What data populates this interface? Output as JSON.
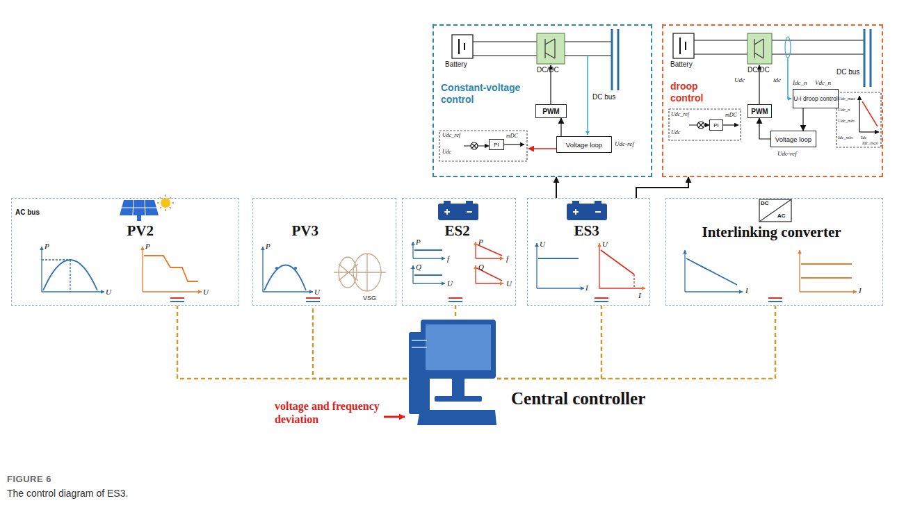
{
  "diagram": {
    "caption": "The control diagram of ES3.",
    "nodes": [
      {
        "text": [
          "Constant-voltage control"
        ]
      },
      {
        "text": [
          "PI"
        ],
        "in": 0
      },
      {
        "text": [
          "PWM"
        ],
        "in": 0
      },
      {
        "text": [
          "Voltage loop"
        ],
        "in": 0
      },
      {
        "text": [
          "droop control"
        ]
      },
      {
        "text": [
          "PI"
        ],
        "in": 4
      },
      {
        "text": [
          "U-I droop control"
        ],
        "in": 4
      },
      {
        "text": [
          "PWM"
        ],
        "in": 4
      },
      {
        "text": [
          "Voltage loop"
        ],
        "in": 4
      },
      {
        "text": [
          "PV2"
        ]
      },
      {
        "text": [
          "PV3"
        ]
      },
      {
        "text": [
          "ES2"
        ]
      },
      {
        "text": [
          "ES3"
        ]
      },
      {
        "text": [
          "Interlinking converter"
        ]
      },
      {
        "text": [
          "Central controller"
        ]
      }
    ],
    "edges": [
      {
        "from": 3,
        "to": 2,
        "arrow": "to"
      },
      {
        "from": 6,
        "to": 8,
        "arrow": "to"
      },
      {
        "from": 8,
        "to": 7,
        "arrow": "to"
      },
      {
        "from": 12,
        "to": 0,
        "arrow": "to"
      },
      {
        "from": 12,
        "to": 4,
        "arrow": "to"
      },
      {
        "from": 14,
        "to": 9,
        "arrow": "none"
      },
      {
        "from": 14,
        "to": 10,
        "arrow": "none"
      },
      {
        "from": 14,
        "to": 11,
        "arrow": "none"
      },
      {
        "from": 14,
        "to": 12,
        "arrow": "none"
      },
      {
        "from": 14,
        "to": 13,
        "arrow": "none"
      }
    ],
    "labels": [
      "Battery",
      "DC/DC",
      "DC bus",
      "Udc-ref",
      "Udc_ref",
      "Udc",
      "mDC",
      "Battery",
      "DC/DC",
      "DC bus",
      "Udc",
      "idc",
      "Idc_n",
      "Vdc_n",
      "Udc-ref",
      "Udc_ref",
      "Udc",
      "mDC",
      "Udc_max",
      "Udc_n",
      "Udc_min",
      "Idc_min",
      "Idc",
      "Idc_max",
      "AC bus",
      "P",
      "U",
      "P",
      "U",
      "P",
      "U",
      "VSG",
      "P",
      "f",
      "Q",
      "U",
      "P",
      "f",
      "Q",
      "U",
      "U",
      "I",
      "U",
      "I",
      "DC",
      "AC",
      "I",
      "I",
      "voltage and frequency deviation",
      "FIGURE 6"
    ]
  }
}
